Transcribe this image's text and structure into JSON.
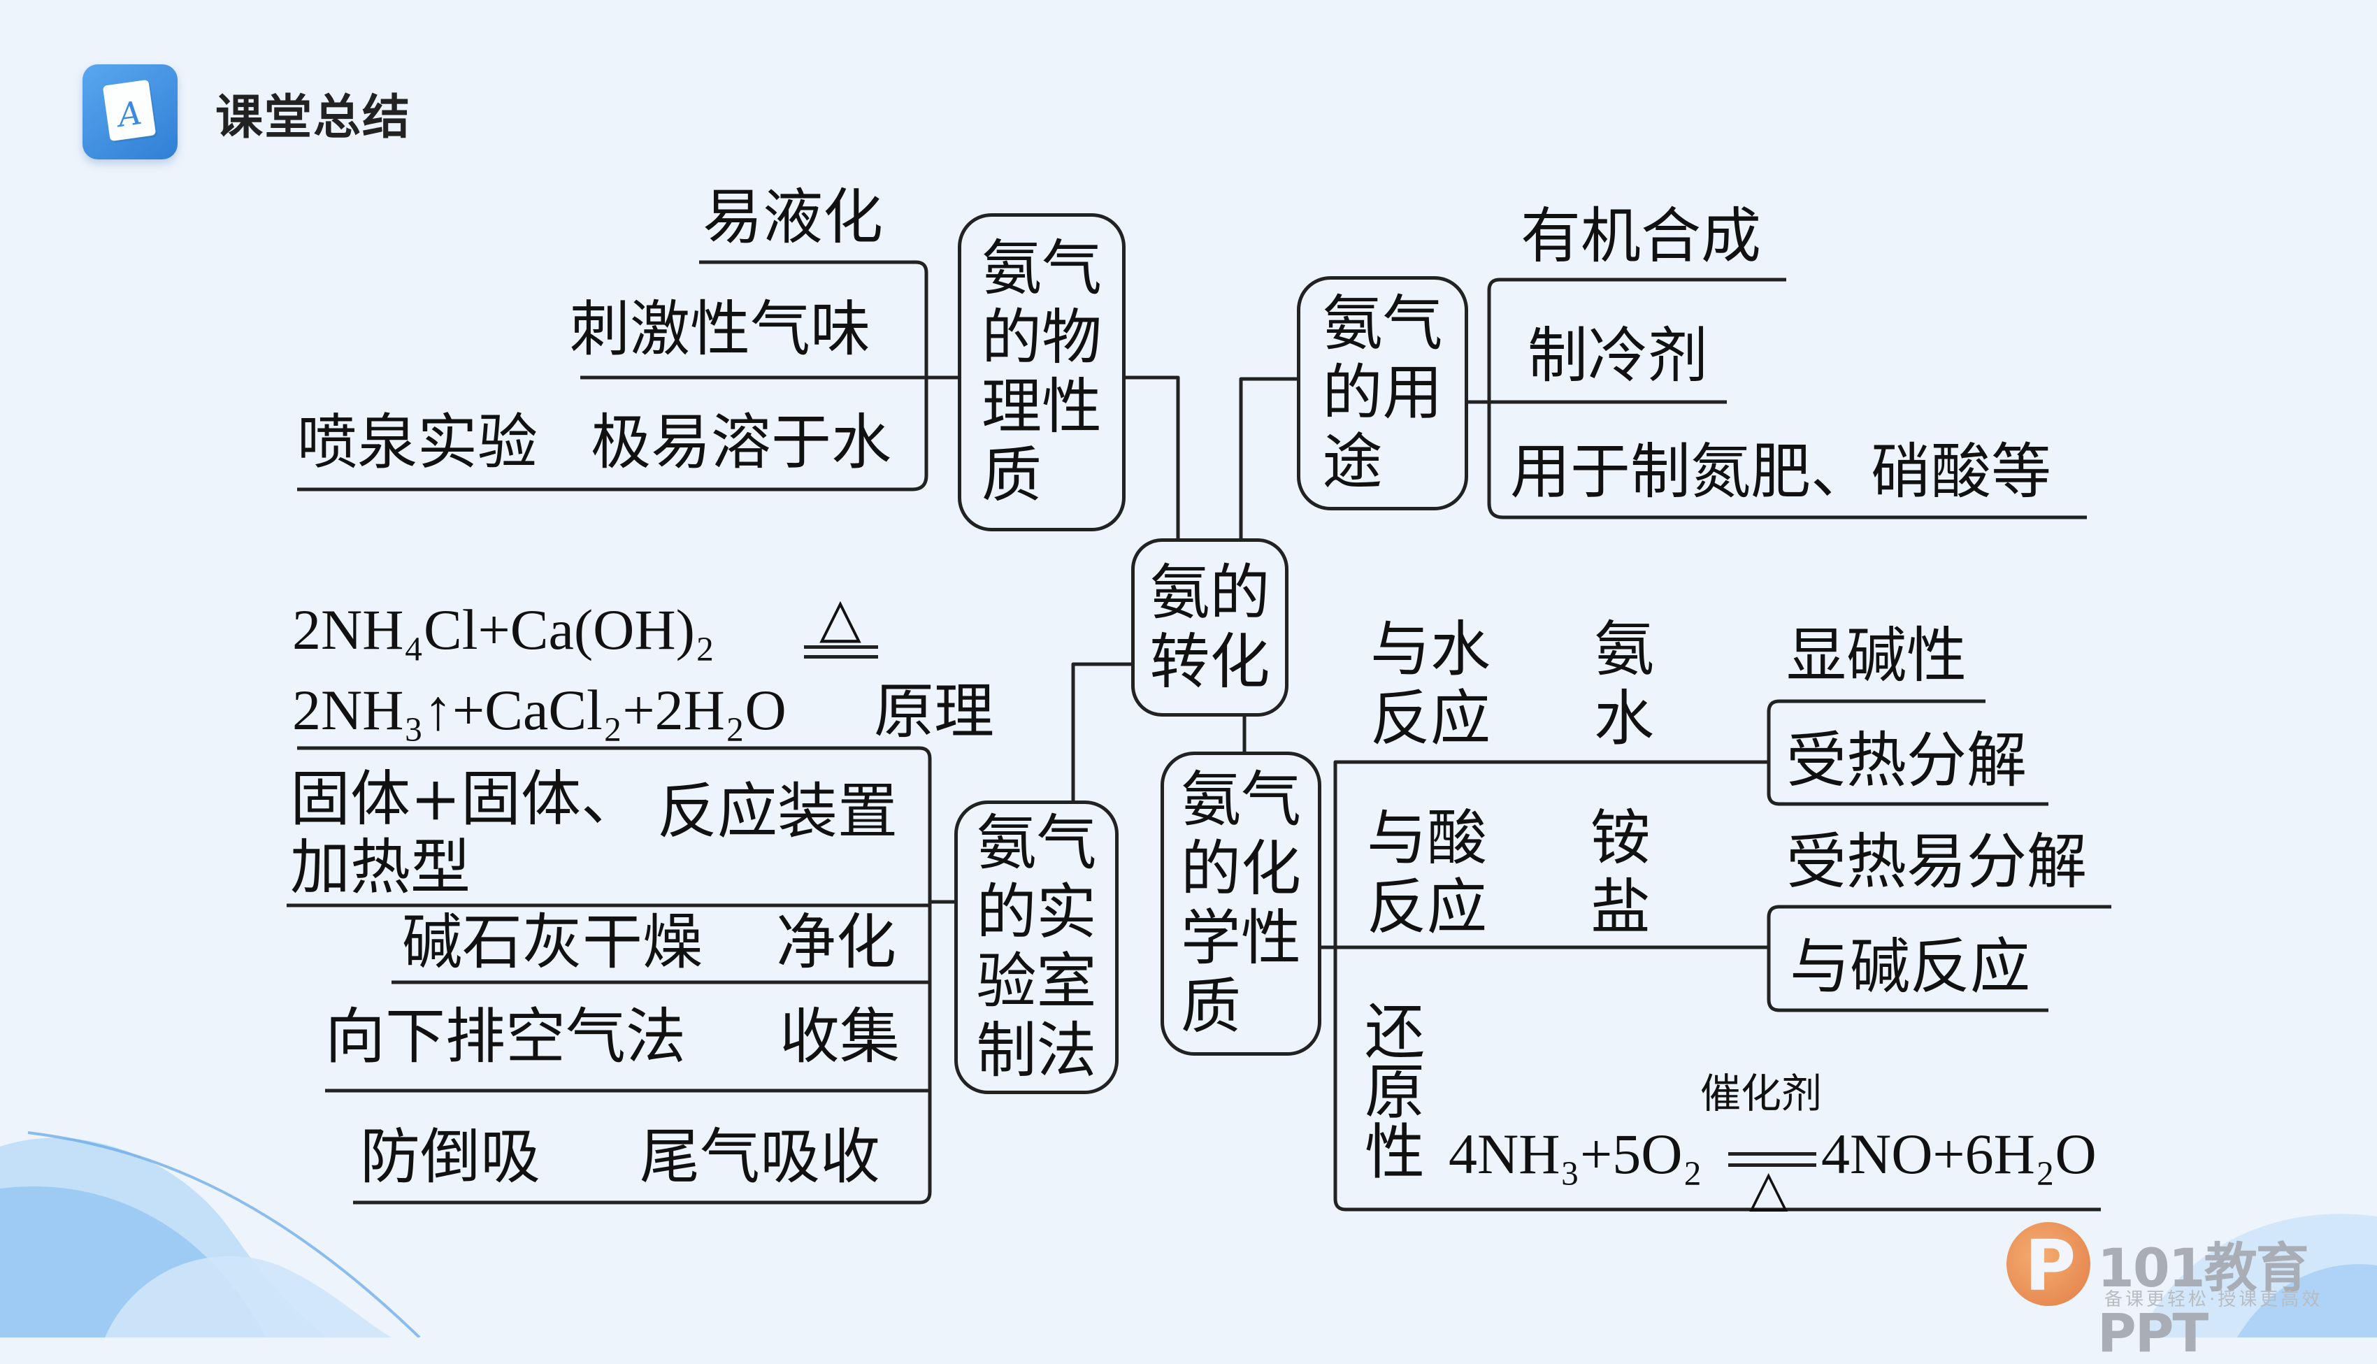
{
  "header": {
    "title": "课堂总结",
    "icon": "note-a-icon",
    "icon_glyph": "A"
  },
  "center": "氨的\n转化",
  "physical": {
    "title": "氨气\n的物\n理性\n质",
    "items": [
      "易液化",
      "刺激性气味",
      "喷泉实验",
      "极易溶于水"
    ]
  },
  "uses": {
    "title": "氨气\n的用\n途",
    "items": [
      "有机合成",
      "制冷剂",
      "用于制氮肥、硝酸等"
    ]
  },
  "lab": {
    "title": "氨气\n的实\n验室\n制法",
    "reaction_line1": "2NH₄Cl+Ca(OH)₂",
    "heat_symbol": "△",
    "reaction_line2": "2NH₃↑+CaCl₂+2H₂O",
    "principle_label": "原理",
    "device_line1": "固体+固体、",
    "device_line2": "加热型",
    "device_label": "反应装置",
    "dry": "碱石灰干燥",
    "dry_label": "净化",
    "collect": "向下排空气法",
    "collect_label": "收集",
    "tail": "防倒吸",
    "tail_label": "尾气吸收"
  },
  "chemical": {
    "title": "氨气\n的化\n学性\n质",
    "water": {
      "label": "与水\n反应",
      "product": "氨\n水",
      "props": [
        "显碱性",
        "受热分解"
      ]
    },
    "acid": {
      "label": "与酸\n反应",
      "product": "铵\n盐",
      "props": [
        "受热易分解",
        "与碱反应"
      ]
    },
    "reduce": {
      "label": "还原性",
      "catalyst": "催化剂",
      "left": "4NH₃+5O₂",
      "right": "4NO+6H₂O",
      "heat": "△"
    }
  },
  "watermark": {
    "brand": "101教育PPT",
    "sub": "备课更轻松·授课更高效",
    "logo_letter": "P"
  },
  "colors": {
    "background": "#eef4fc",
    "line": "#222222",
    "icon_blue": "#3a8ae0",
    "wave": "#8fc3f2"
  }
}
